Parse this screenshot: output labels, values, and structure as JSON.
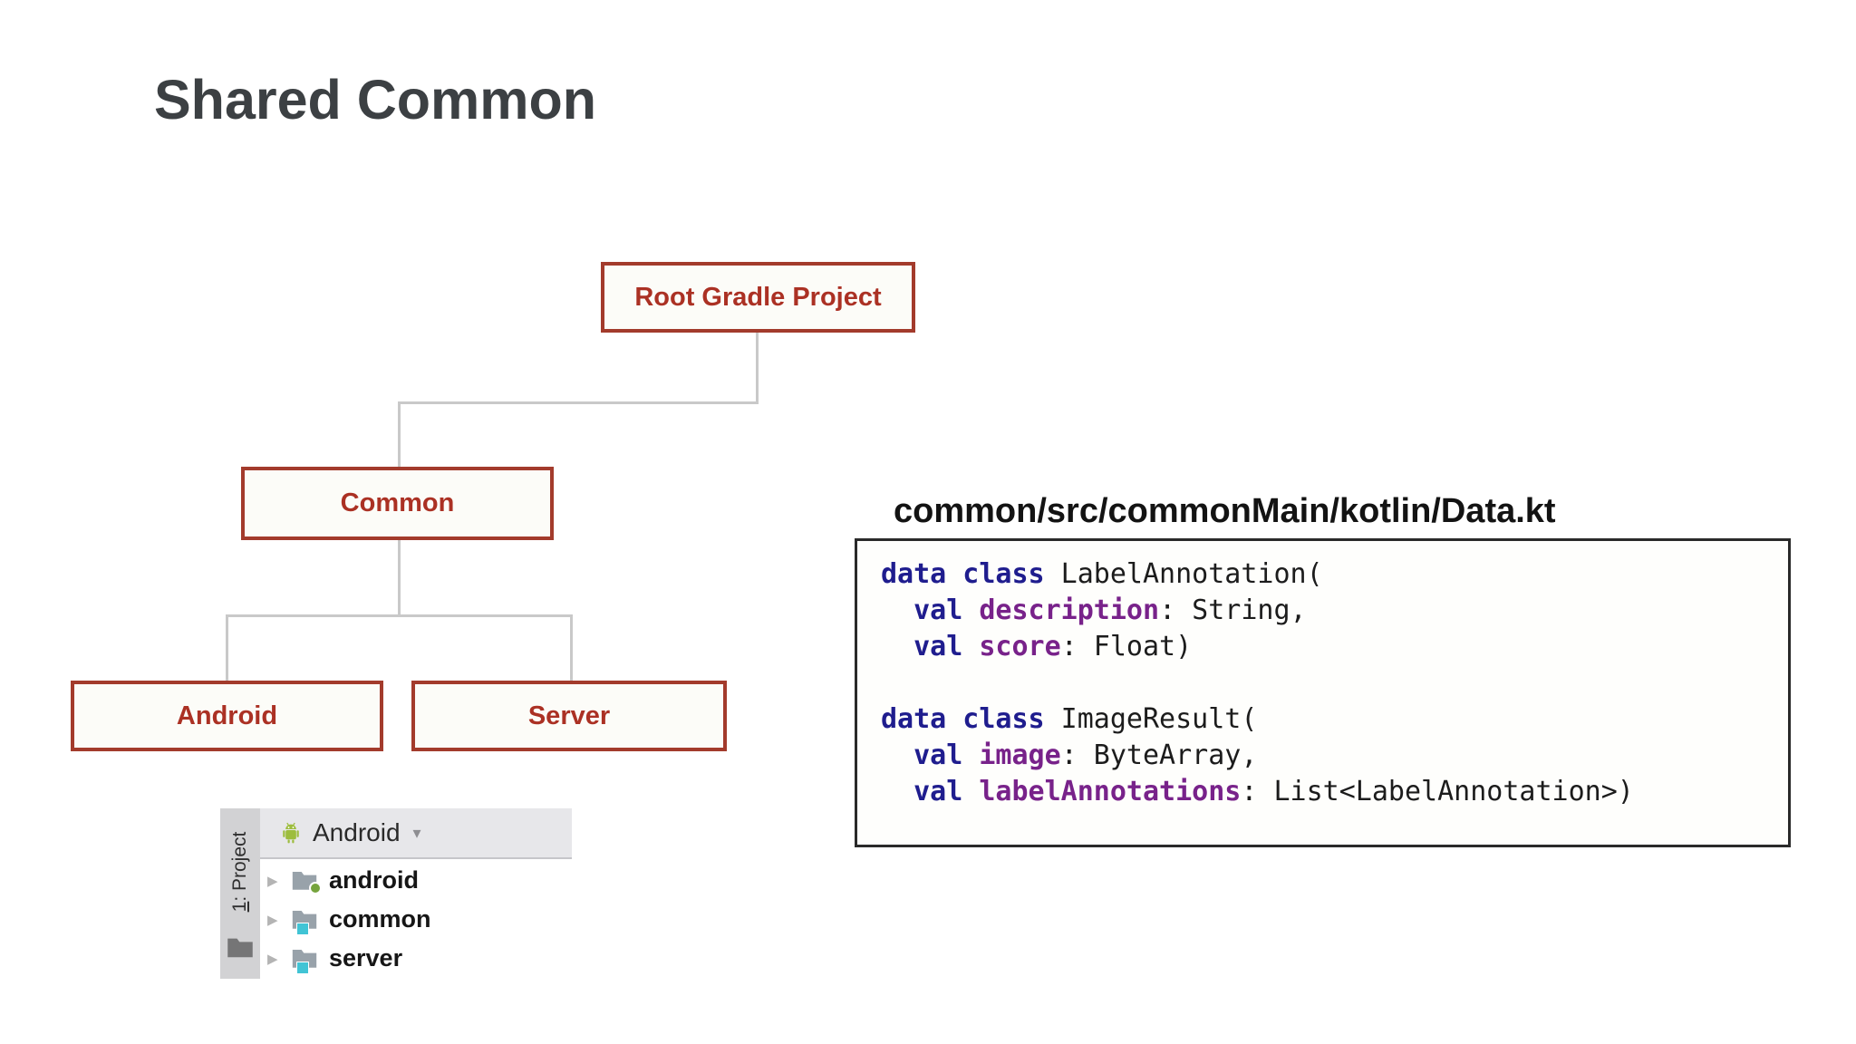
{
  "slide": {
    "title": "Shared Common"
  },
  "theme": {
    "title": "#3c4043",
    "box_border": "#a33b2c",
    "box_text": "#ab3124",
    "box_fill": "#fcfcf8",
    "line": "#c9c9c9",
    "kw": "#1f1d8e",
    "prop": "#78228a",
    "code_text": "#1c1c1c",
    "code_border": "#2a2a2a",
    "strip_bg": "#d2d2d4",
    "toolbar_bg": "#e7e7ea",
    "folder": "#98a2aa",
    "teal": "#41c4d5",
    "android_green": "#9dbd3e"
  },
  "diagram": {
    "nodes": [
      {
        "id": "root",
        "label": "Root Gradle Project"
      },
      {
        "id": "common",
        "label": "Common"
      },
      {
        "id": "android",
        "label": "Android"
      },
      {
        "id": "server",
        "label": "Server"
      }
    ]
  },
  "ide": {
    "tool_window": {
      "number": "1",
      "suffix": ": Project"
    },
    "toolbar": {
      "selected": "Android"
    },
    "icons": {
      "expand": "▶",
      "dropdown": "▾"
    },
    "tree": [
      {
        "label": "android",
        "badge": "green-dot"
      },
      {
        "label": "common",
        "badge": "teal-square"
      },
      {
        "label": "server",
        "badge": "teal-square"
      }
    ]
  },
  "code_panel": {
    "path_label": "common/src/commonMain/kotlin/Data.kt",
    "language": "kotlin",
    "lines": [
      {
        "tokens": [
          {
            "text": "data class",
            "type": "kw"
          },
          {
            "text": " LabelAnnotation(",
            "type": "pl"
          }
        ]
      },
      {
        "tokens": [
          {
            "text": "  val",
            "type": "kw"
          },
          {
            "text": " ",
            "type": "pl"
          },
          {
            "text": "description",
            "type": "prop"
          },
          {
            "text": ": String,",
            "type": "pl"
          }
        ]
      },
      {
        "tokens": [
          {
            "text": "  val",
            "type": "kw"
          },
          {
            "text": " ",
            "type": "pl"
          },
          {
            "text": "score",
            "type": "prop"
          },
          {
            "text": ": Float)",
            "type": "pl"
          }
        ]
      },
      {
        "tokens": []
      },
      {
        "tokens": [
          {
            "text": "data class",
            "type": "kw"
          },
          {
            "text": " ImageResult(",
            "type": "pl"
          }
        ]
      },
      {
        "tokens": [
          {
            "text": "  val",
            "type": "kw"
          },
          {
            "text": " ",
            "type": "pl"
          },
          {
            "text": "image",
            "type": "prop"
          },
          {
            "text": ": ByteArray,",
            "type": "pl"
          }
        ]
      },
      {
        "tokens": [
          {
            "text": "  val",
            "type": "kw"
          },
          {
            "text": " ",
            "type": "pl"
          },
          {
            "text": "labelAnnotations",
            "type": "prop"
          },
          {
            "text": ": List<LabelAnnotation>)",
            "type": "pl"
          }
        ]
      }
    ]
  }
}
